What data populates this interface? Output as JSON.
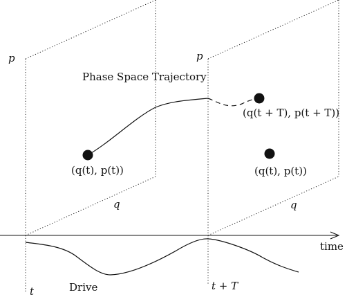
{
  "labels": {
    "p_left": "p",
    "p_right": "p",
    "q_left": "q",
    "q_right": "q",
    "title": "Phase Space Trajectory",
    "state_t_left": "(q(t), p(t))",
    "state_t_right": "(q(t), p(t))",
    "state_tT": "(q(t + T), p(t + T))",
    "time_axis": "time",
    "t": "t",
    "tT": "t + T",
    "drive": "Drive"
  }
}
